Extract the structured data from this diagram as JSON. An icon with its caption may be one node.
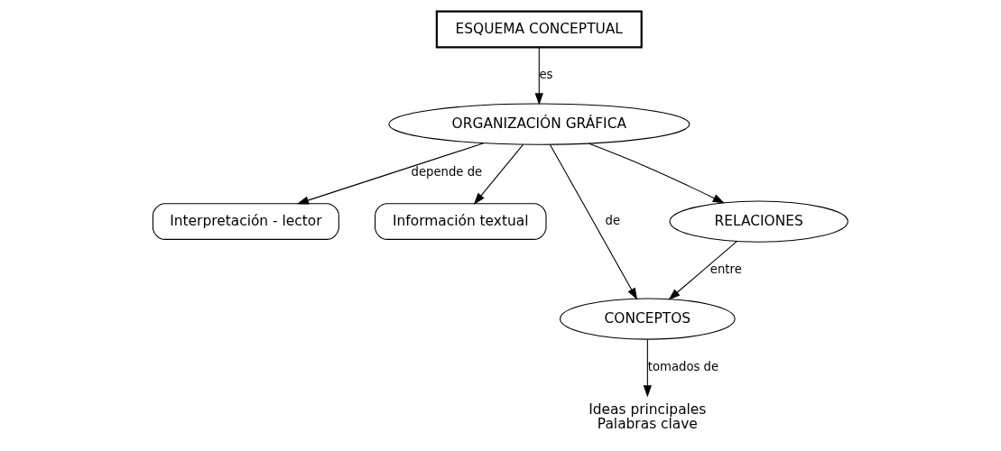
{
  "diagram": {
    "nodes": [
      {
        "text": [
          "ESQUEMA CONCEPTUAL"
        ]
      },
      {
        "text": [
          "ORGANIZACIÓN GRÁFICA"
        ]
      },
      {
        "text": [
          "Interpretación - lector"
        ]
      },
      {
        "text": [
          "Información textual"
        ]
      },
      {
        "text": [
          "CONCEPTOS"
        ]
      },
      {
        "text": [
          "RELACIONES"
        ]
      },
      {
        "text": [
          "Ideas principales",
          "Palabras clave"
        ]
      }
    ],
    "edges": [
      {
        "from": 0,
        "to": 1,
        "arrow": "to",
        "label": "es"
      },
      {
        "from": 1,
        "to": 2,
        "arrow": "to",
        "label": "depende de"
      },
      {
        "from": 1,
        "to": 3,
        "arrow": "to"
      },
      {
        "from": 1,
        "to": 4,
        "arrow": "to",
        "label": "de"
      },
      {
        "from": 1,
        "to": 5,
        "arrow": "to"
      },
      {
        "from": 5,
        "to": 4,
        "arrow": "to",
        "label": "entre"
      },
      {
        "from": 4,
        "to": 6,
        "arrow": "to",
        "label": "tomados de"
      }
    ]
  }
}
